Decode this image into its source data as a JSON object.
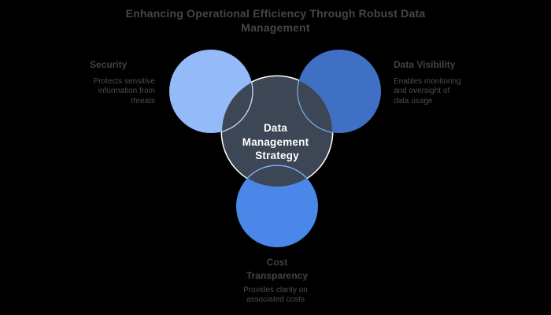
{
  "title": {
    "full": "Enhancing Operational Efficiency Through Robust Data Management",
    "lines": [
      "Enhancing Operational Efficiency Through Robust Data",
      "Management"
    ]
  },
  "center": {
    "label": "Data Management Strategy",
    "label_lines": [
      "Data",
      "Management",
      "Strategy"
    ],
    "fill": "#3c4654",
    "stroke": "#ffffff",
    "text_color": "#ffffff"
  },
  "nodes": [
    {
      "id": "security",
      "label": "Security",
      "desc_lines": [
        "Protects sensitive",
        "information from",
        "threats"
      ],
      "fill": "#94bbf7",
      "arc_color": "#bad2f9"
    },
    {
      "id": "data-visibility",
      "label": "Data Visibility",
      "desc_lines": [
        "Enables monitoring",
        "and oversight of",
        "data usage"
      ],
      "fill": "#4070c4",
      "arc_color": "#7b9fd9"
    },
    {
      "id": "cost-transparency",
      "label": "Cost Transparency",
      "label_lines": [
        "Cost",
        "Transparency"
      ],
      "desc_lines": [
        "Provides clarity on",
        "associated costs"
      ],
      "fill": "#4a87e8",
      "arc_color": "#84aff0"
    }
  ],
  "colors": {
    "background": "#000000",
    "title_text": "#42464b",
    "heading_text": "#3f4347",
    "body_text": "#4a4d52"
  }
}
